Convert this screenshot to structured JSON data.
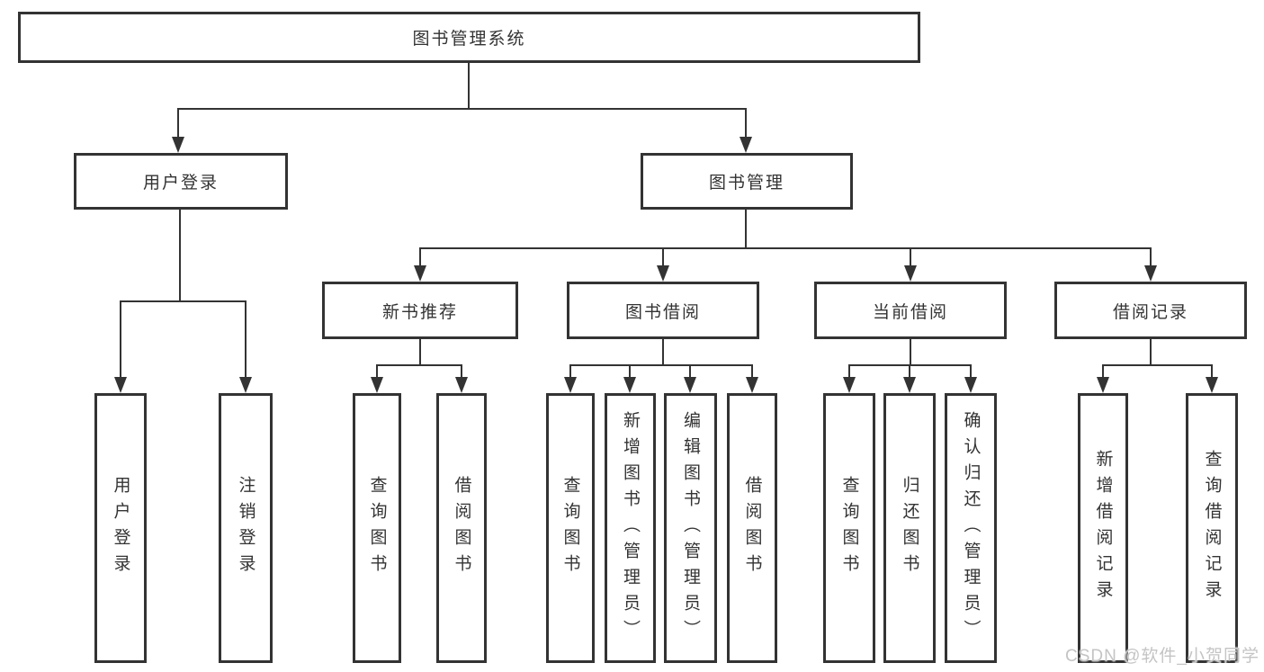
{
  "tree": {
    "root": "图书管理系统",
    "children": [
      {
        "label": "用户登录",
        "children": [
          "用户登录",
          "注销登录"
        ]
      },
      {
        "label": "图书管理",
        "children": [
          {
            "label": "新书推荐",
            "children": [
              "查询图书",
              "借阅图书"
            ]
          },
          {
            "label": "图书借阅",
            "children": [
              "查询图书",
              "新增图书（管理员）",
              "编辑图书（管理员）",
              "借阅图书"
            ]
          },
          {
            "label": "当前借阅",
            "children": [
              "查询图书",
              "归还图书",
              "确认归还（管理员）"
            ]
          },
          {
            "label": "借阅记录",
            "children": [
              "新增借阅记录",
              "查询借阅记录"
            ]
          }
        ]
      }
    ]
  },
  "watermark": {
    "text": "CSDN @软件_小贺同学"
  },
  "colors": {
    "line": "#333333",
    "text": "#333333",
    "background": "#ffffff",
    "watermark": "#c4c4c4"
  }
}
